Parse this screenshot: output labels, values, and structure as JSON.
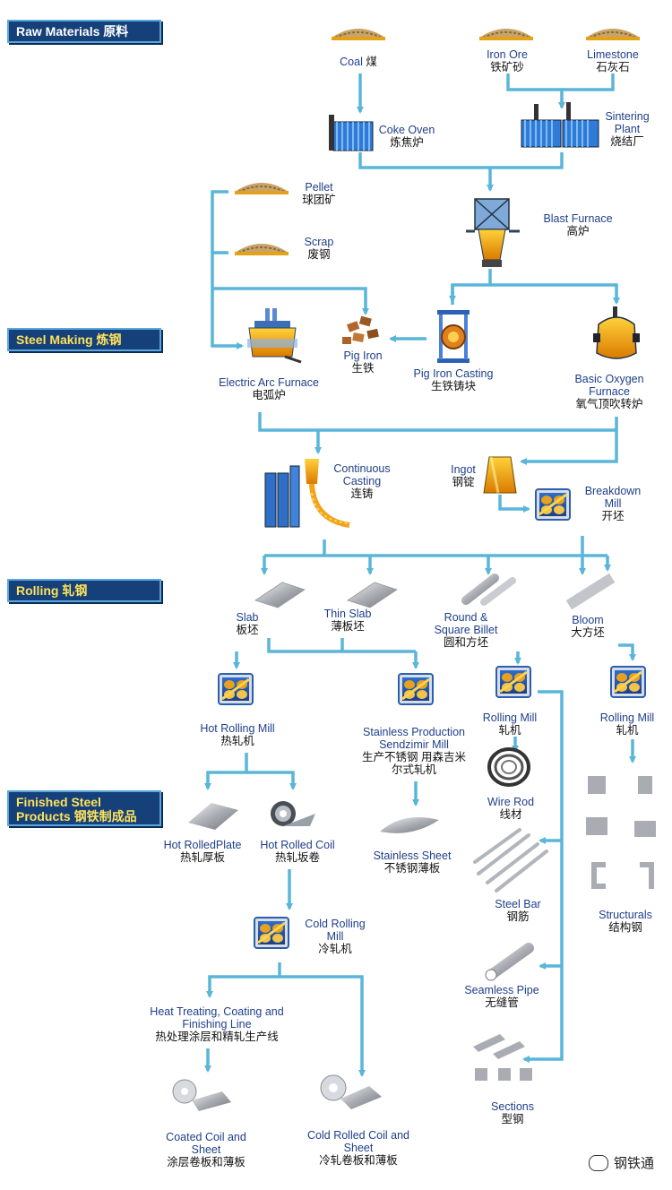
{
  "stages": {
    "raw": "Raw Materials 原料",
    "steel": "Steel Making 炼钢",
    "rolling": "Rolling 轧钢",
    "finished_1": "Finished Steel",
    "finished_2": "Products 钢铁制成品"
  },
  "nodes": {
    "coal": {
      "en": "Coal",
      "zh": "煤"
    },
    "iron_ore": {
      "en": "Iron Ore",
      "zh": "铁矿砂"
    },
    "limestone": {
      "en": "Limestone",
      "zh": "石灰石"
    },
    "coke_oven": {
      "en": "Coke Oven",
      "zh": "炼焦炉"
    },
    "sintering": {
      "en": "Sintering Plant",
      "zh": "烧结厂"
    },
    "pellet": {
      "en": "Pellet",
      "zh": "球团矿"
    },
    "scrap": {
      "en": "Scrap",
      "zh": "废钢"
    },
    "blast": {
      "en": "Blast Furnace",
      "zh": "高炉"
    },
    "eaf": {
      "en": "Electric Arc Furnace",
      "zh": "电弧炉"
    },
    "pig_iron": {
      "en": "Pig Iron",
      "zh": "生铁"
    },
    "pig_casting": {
      "en": "Pig Iron Casting",
      "zh": "生铁铸块"
    },
    "bof": {
      "en": "Basic Oxygen Furnace",
      "zh": "氧气顶吹转炉"
    },
    "continuous": {
      "en": "Continuous Casting",
      "zh": "连铸"
    },
    "ingot": {
      "en": "Ingot",
      "zh": "钢锭"
    },
    "breakdown": {
      "en": "Breakdown Mill",
      "zh": "开坯"
    },
    "slab": {
      "en": "Slab",
      "zh": "板坯"
    },
    "thin_slab": {
      "en": "Thin Slab",
      "zh": "薄板坯"
    },
    "billet": {
      "en": "Round & Square Billet",
      "zh": "圆和方坯"
    },
    "bloom": {
      "en": "Bloom",
      "zh": "大方坯"
    },
    "hot_mill": {
      "en": "Hot Rolling Mill",
      "zh": "热轧机"
    },
    "stainless_mill": {
      "en": "Stainless Production Sendzimir Mill",
      "zh": "生产不锈钢 用森吉米尔式轧机"
    },
    "rolling_mill_1": {
      "en": "Rolling Mill",
      "zh": "轧机"
    },
    "rolling_mill_2": {
      "en": "Rolling Mill",
      "zh": "轧机"
    },
    "hot_plate": {
      "en": "Hot RolledPlate",
      "zh": "热轧厚板"
    },
    "hot_coil": {
      "en": "Hot Rolled Coil",
      "zh": "热轧坂卷"
    },
    "stainless_sheet": {
      "en": "Stainless Sheet",
      "zh": "不锈钢薄板"
    },
    "wire_rod": {
      "en": "Wire Rod",
      "zh": "线材"
    },
    "steel_bar": {
      "en": "Steel Bar",
      "zh": "钢筋"
    },
    "structurals": {
      "en": "Structurals",
      "zh": "结构钢"
    },
    "cold_mill": {
      "en": "Cold Rolling Mill",
      "zh": "冷轧机"
    },
    "heat_treat": {
      "en": "Heat Treating, Coating and Finishing Line",
      "zh": "热处理涂层和精轧生产线"
    },
    "seamless": {
      "en": "Seamless Pipe",
      "zh": "无缝管"
    },
    "sections": {
      "en": "Sections",
      "zh": "型钢"
    },
    "coated": {
      "en": "Coated Coil and Sheet",
      "zh": "涂层卷板和薄板"
    },
    "cold_coil": {
      "en": "Cold Rolled Coil and Sheet",
      "zh": "冷轧卷板和薄板"
    }
  },
  "colors": {
    "arrow": "#5ab6d9",
    "label_en": "#1e3f8a",
    "stage_bg": "#15407a"
  },
  "watermark": "钢铁通"
}
